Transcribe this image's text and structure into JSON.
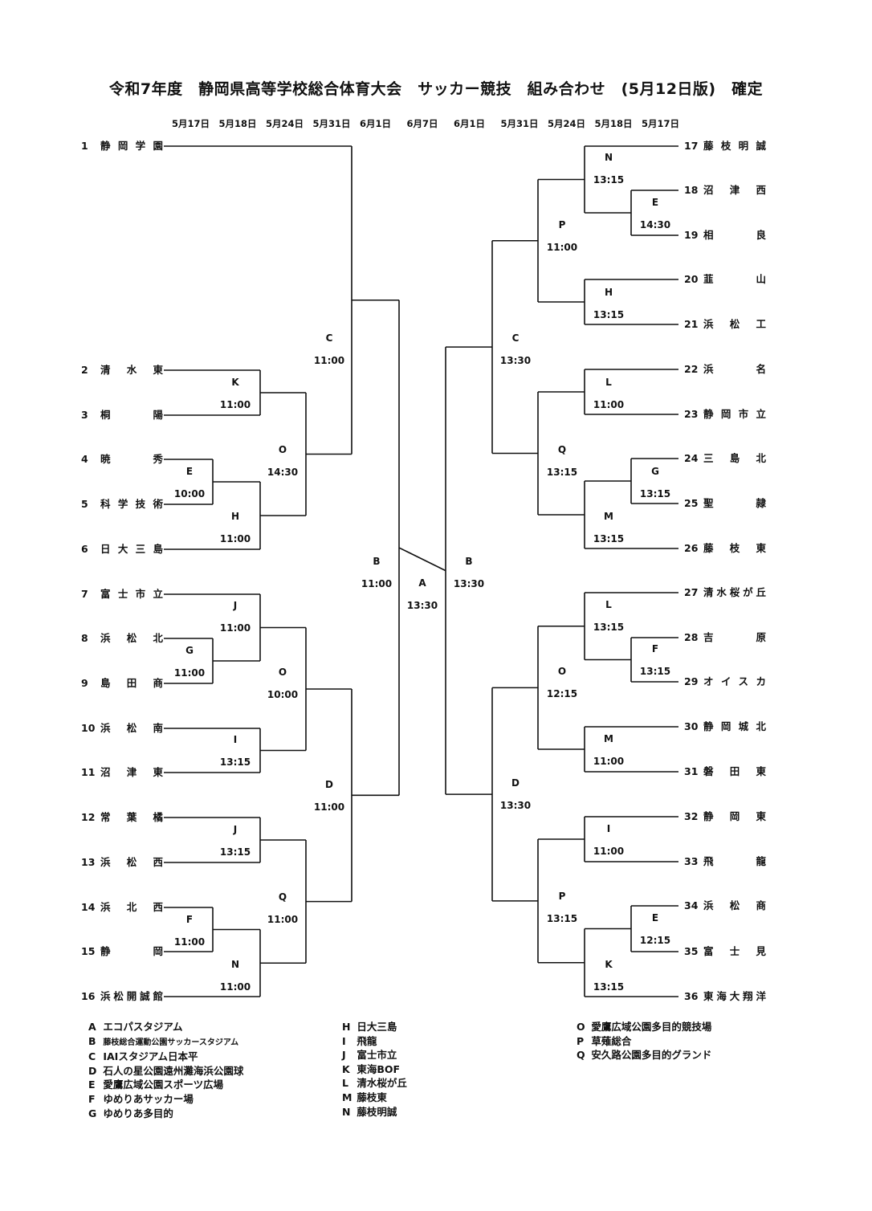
{
  "title": "令和7年度　静岡県高等学校総合体育大会　サッカー競技　組み合わせ　(5月12日版)　確定",
  "dates": [
    "5月17日",
    "5月18日",
    "5月24日",
    "5月31日",
    "6月1日",
    "6月7日",
    "6月1日",
    "5月31日",
    "5月24日",
    "5月18日",
    "5月17日"
  ],
  "left_teams": [
    {
      "no": "1",
      "name": "静岡学園"
    },
    {
      "no": "2",
      "name": "清水東"
    },
    {
      "no": "3",
      "name": "桐陽"
    },
    {
      "no": "4",
      "name": "暁秀"
    },
    {
      "no": "5",
      "name": "科学技術"
    },
    {
      "no": "6",
      "name": "日大三島"
    },
    {
      "no": "7",
      "name": "富士市立"
    },
    {
      "no": "8",
      "name": "浜松北"
    },
    {
      "no": "9",
      "name": "島田商"
    },
    {
      "no": "10",
      "name": "浜松南"
    },
    {
      "no": "11",
      "name": "沼津東"
    },
    {
      "no": "12",
      "name": "常葉橘"
    },
    {
      "no": "13",
      "name": "浜松西"
    },
    {
      "no": "14",
      "name": "浜北西"
    },
    {
      "no": "15",
      "name": "静岡"
    },
    {
      "no": "16",
      "name": "浜松開誠館"
    }
  ],
  "right_teams": [
    {
      "no": "17",
      "name": "藤枝明誠"
    },
    {
      "no": "18",
      "name": "沼津西"
    },
    {
      "no": "19",
      "name": "相良"
    },
    {
      "no": "20",
      "name": "韮山"
    },
    {
      "no": "21",
      "name": "浜松工"
    },
    {
      "no": "22",
      "name": "浜名"
    },
    {
      "no": "23",
      "name": "静岡市立"
    },
    {
      "no": "24",
      "name": "三島北"
    },
    {
      "no": "25",
      "name": "聖隷"
    },
    {
      "no": "26",
      "name": "藤枝東"
    },
    {
      "no": "27",
      "name": "清水桜が丘"
    },
    {
      "no": "28",
      "name": "吉原"
    },
    {
      "no": "29",
      "name": "オイスカ"
    },
    {
      "no": "30",
      "name": "静岡城北"
    },
    {
      "no": "31",
      "name": "磐田東"
    },
    {
      "no": "32",
      "name": "静岡東"
    },
    {
      "no": "33",
      "name": "飛龍"
    },
    {
      "no": "34",
      "name": "浜松商"
    },
    {
      "no": "35",
      "name": "富士見"
    },
    {
      "no": "36",
      "name": "東海大翔洋"
    }
  ],
  "matches": {
    "left": [
      {
        "id": "L-E",
        "venue": "E",
        "time": "10:00"
      },
      {
        "id": "L-G",
        "venue": "G",
        "time": "11:00"
      },
      {
        "id": "L-F",
        "venue": "F",
        "time": "11:00"
      },
      {
        "id": "L-K",
        "venue": "K",
        "time": "11:00"
      },
      {
        "id": "L-H",
        "venue": "H",
        "time": "11:00"
      },
      {
        "id": "L-J1",
        "venue": "J",
        "time": "11:00"
      },
      {
        "id": "L-I",
        "venue": "I",
        "time": "13:15"
      },
      {
        "id": "L-J2",
        "venue": "J",
        "time": "13:15"
      },
      {
        "id": "L-N",
        "venue": "N",
        "time": "11:00"
      },
      {
        "id": "L-O1",
        "venue": "O",
        "time": "14:30"
      },
      {
        "id": "L-O2",
        "venue": "O",
        "time": "10:00"
      },
      {
        "id": "L-Q",
        "venue": "Q",
        "time": "11:00"
      },
      {
        "id": "L-C",
        "venue": "C",
        "time": "11:00"
      },
      {
        "id": "L-D",
        "venue": "D",
        "time": "11:00"
      },
      {
        "id": "L-B",
        "venue": "B",
        "time": "11:00"
      }
    ],
    "final": {
      "venue": "A",
      "time": "13:30"
    },
    "right": [
      {
        "id": "R-E1",
        "venue": "E",
        "time": "14:30"
      },
      {
        "id": "R-G",
        "venue": "G",
        "time": "13:15"
      },
      {
        "id": "R-F",
        "venue": "F",
        "time": "13:15"
      },
      {
        "id": "R-E2",
        "venue": "E",
        "time": "12:15"
      },
      {
        "id": "R-N",
        "venue": "N",
        "time": "13:15"
      },
      {
        "id": "R-H",
        "venue": "H",
        "time": "13:15"
      },
      {
        "id": "R-L1",
        "venue": "L",
        "time": "11:00"
      },
      {
        "id": "R-M1",
        "venue": "M",
        "time": "13:15"
      },
      {
        "id": "R-L2",
        "venue": "L",
        "time": "13:15"
      },
      {
        "id": "R-M2",
        "venue": "M",
        "time": "11:00"
      },
      {
        "id": "R-I",
        "venue": "I",
        "time": "11:00"
      },
      {
        "id": "R-K",
        "venue": "K",
        "time": "13:15"
      },
      {
        "id": "R-P1",
        "venue": "P",
        "time": "11:00"
      },
      {
        "id": "R-Q",
        "venue": "Q",
        "time": "13:15"
      },
      {
        "id": "R-O",
        "venue": "O",
        "time": "12:15"
      },
      {
        "id": "R-P2",
        "venue": "P",
        "time": "13:15"
      },
      {
        "id": "R-C",
        "venue": "C",
        "time": "13:30"
      },
      {
        "id": "R-D",
        "venue": "D",
        "time": "13:30"
      },
      {
        "id": "R-B",
        "venue": "B",
        "time": "13:30"
      }
    ]
  },
  "venues": [
    {
      "key": "A",
      "name": "エコパスタジアム"
    },
    {
      "key": "B",
      "name": "藤枝総合運動公園サッカースタジアム"
    },
    {
      "key": "C",
      "name": "IAIスタジアム日本平"
    },
    {
      "key": "D",
      "name": "石人の星公園遠州灘海浜公園球"
    },
    {
      "key": "E",
      "name": "愛鷹広域公園スポーツ広場"
    },
    {
      "key": "F",
      "name": "ゆめりあサッカー場"
    },
    {
      "key": "G",
      "name": "ゆめりあ多目的"
    },
    {
      "key": "H",
      "name": "日大三島"
    },
    {
      "key": "I",
      "name": "飛龍"
    },
    {
      "key": "J",
      "name": "富士市立"
    },
    {
      "key": "K",
      "name": "東海BOF"
    },
    {
      "key": "L",
      "name": "清水桜が丘"
    },
    {
      "key": "M",
      "name": "藤枝東"
    },
    {
      "key": "N",
      "name": "藤枝明誠"
    },
    {
      "key": "O",
      "name": "愛鷹広域公園多目的競技場"
    },
    {
      "key": "P",
      "name": "草薙総合"
    },
    {
      "key": "Q",
      "name": "安久路公園多目的グランド"
    }
  ]
}
